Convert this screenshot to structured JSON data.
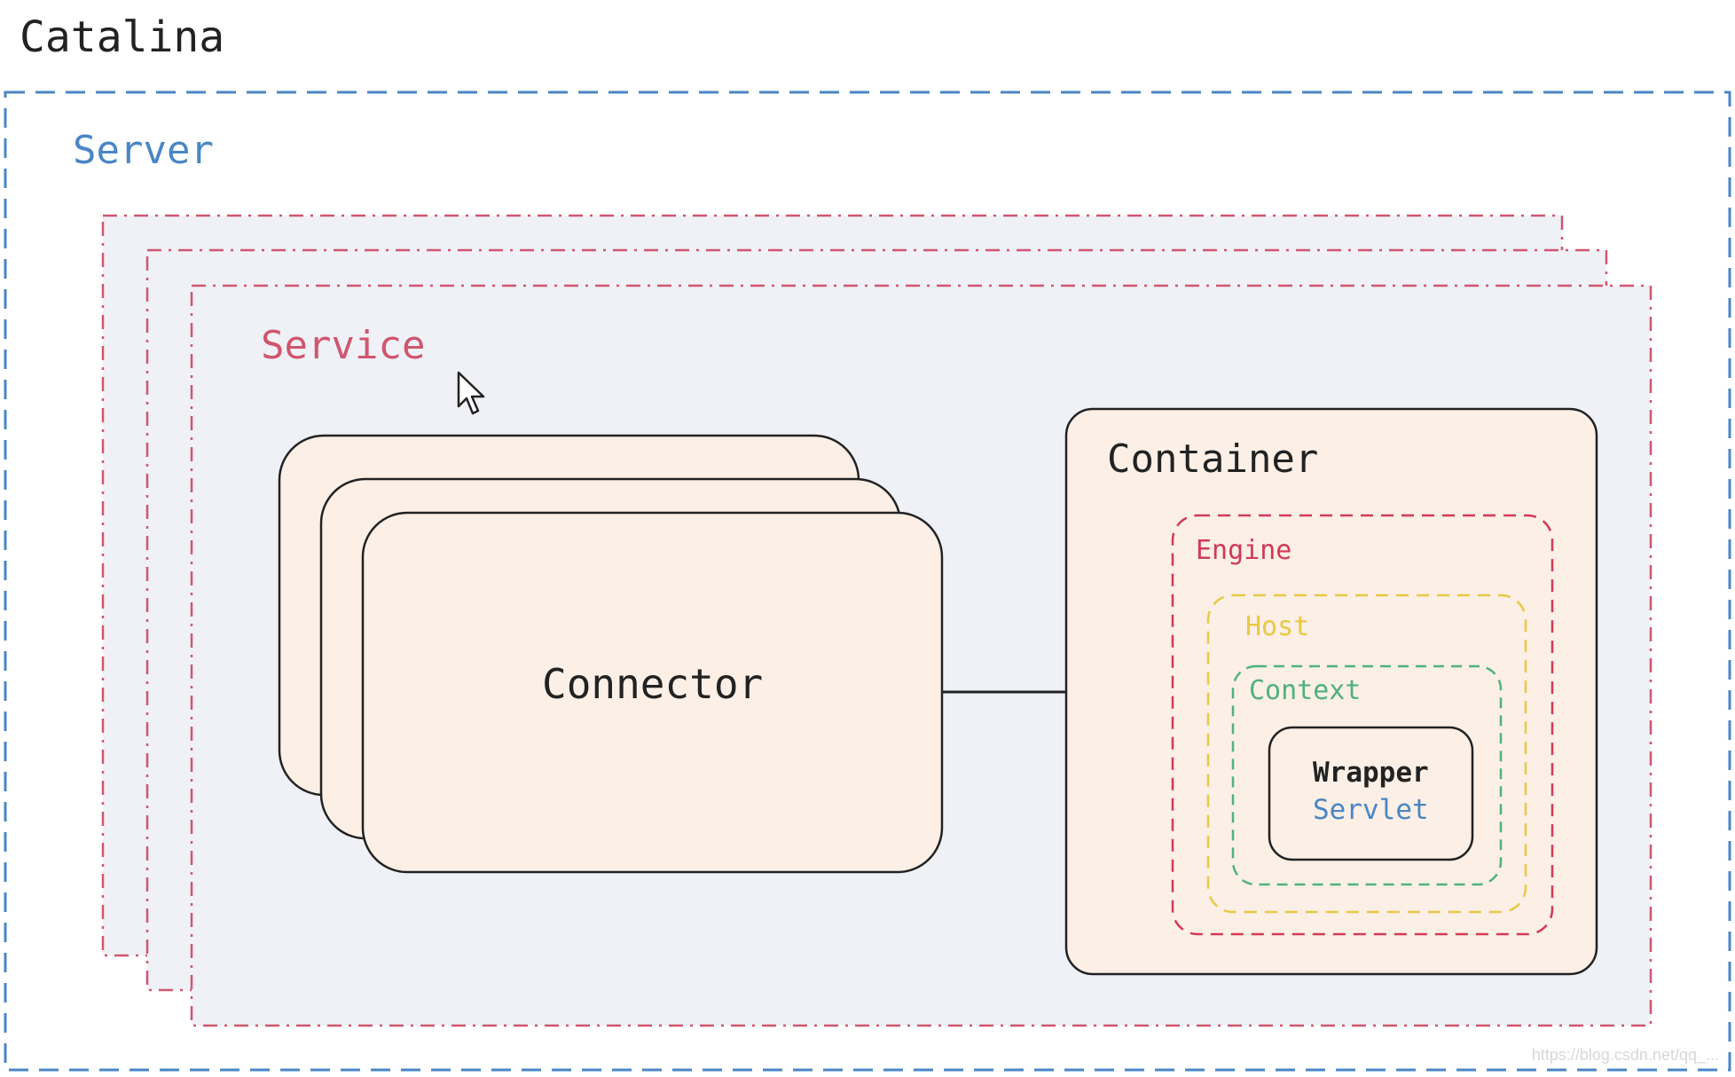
{
  "diagram": {
    "title": "Catalina",
    "server_label": "Server",
    "service_label": "Service",
    "connector_label": "Connector",
    "container_label": "Container",
    "engine_label": "Engine",
    "host_label": "Host",
    "context_label": "Context",
    "wrapper_label": "Wrapper",
    "servlet_label": "Servlet",
    "watermark": "https://blog.csdn.net/qq_..."
  },
  "colors": {
    "server_border": "#4a86c5",
    "service_border": "#d0566e",
    "service_fill": "#eff1f6",
    "box_fill": "#fbefe6",
    "box_border": "#222222",
    "engine": "#d23a56",
    "host": "#e8c943",
    "context": "#4fb27a",
    "servlet": "#4a86c5",
    "text_dark": "#222222"
  }
}
